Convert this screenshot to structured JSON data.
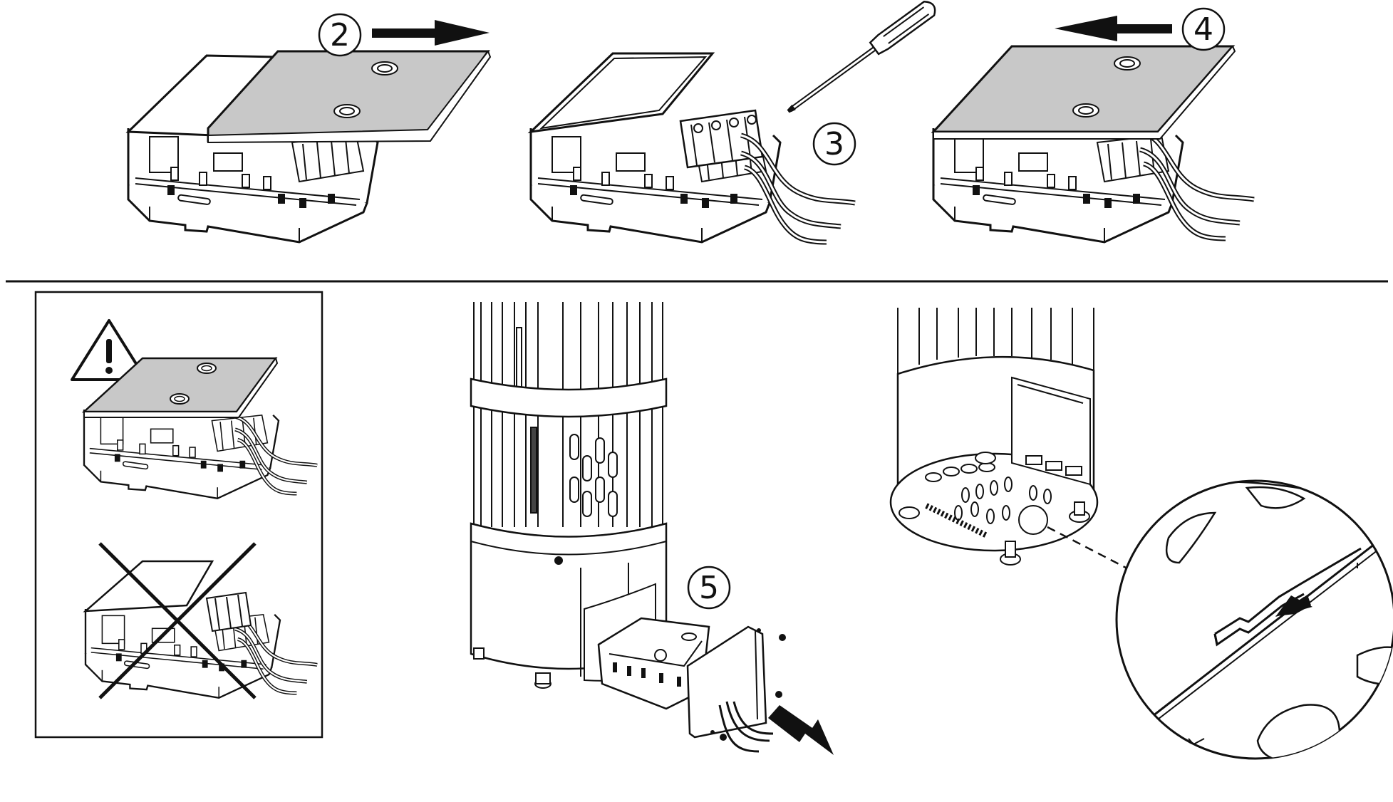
{
  "steps": [
    {
      "number": "2",
      "action": "slide-cover-out"
    },
    {
      "number": "3",
      "action": "connect-wires-with-screwdriver"
    },
    {
      "number": "4",
      "action": "slide-cover-in"
    },
    {
      "number": "5",
      "action": "insert-box-into-heater"
    }
  ],
  "panel_warning": {
    "correct_icon": "warning-triangle-icon",
    "incorrect_icon": "cross-out-icon"
  },
  "colors": {
    "line": "#111111",
    "cover_fill": "#c8c8c8",
    "background": "#ffffff"
  }
}
